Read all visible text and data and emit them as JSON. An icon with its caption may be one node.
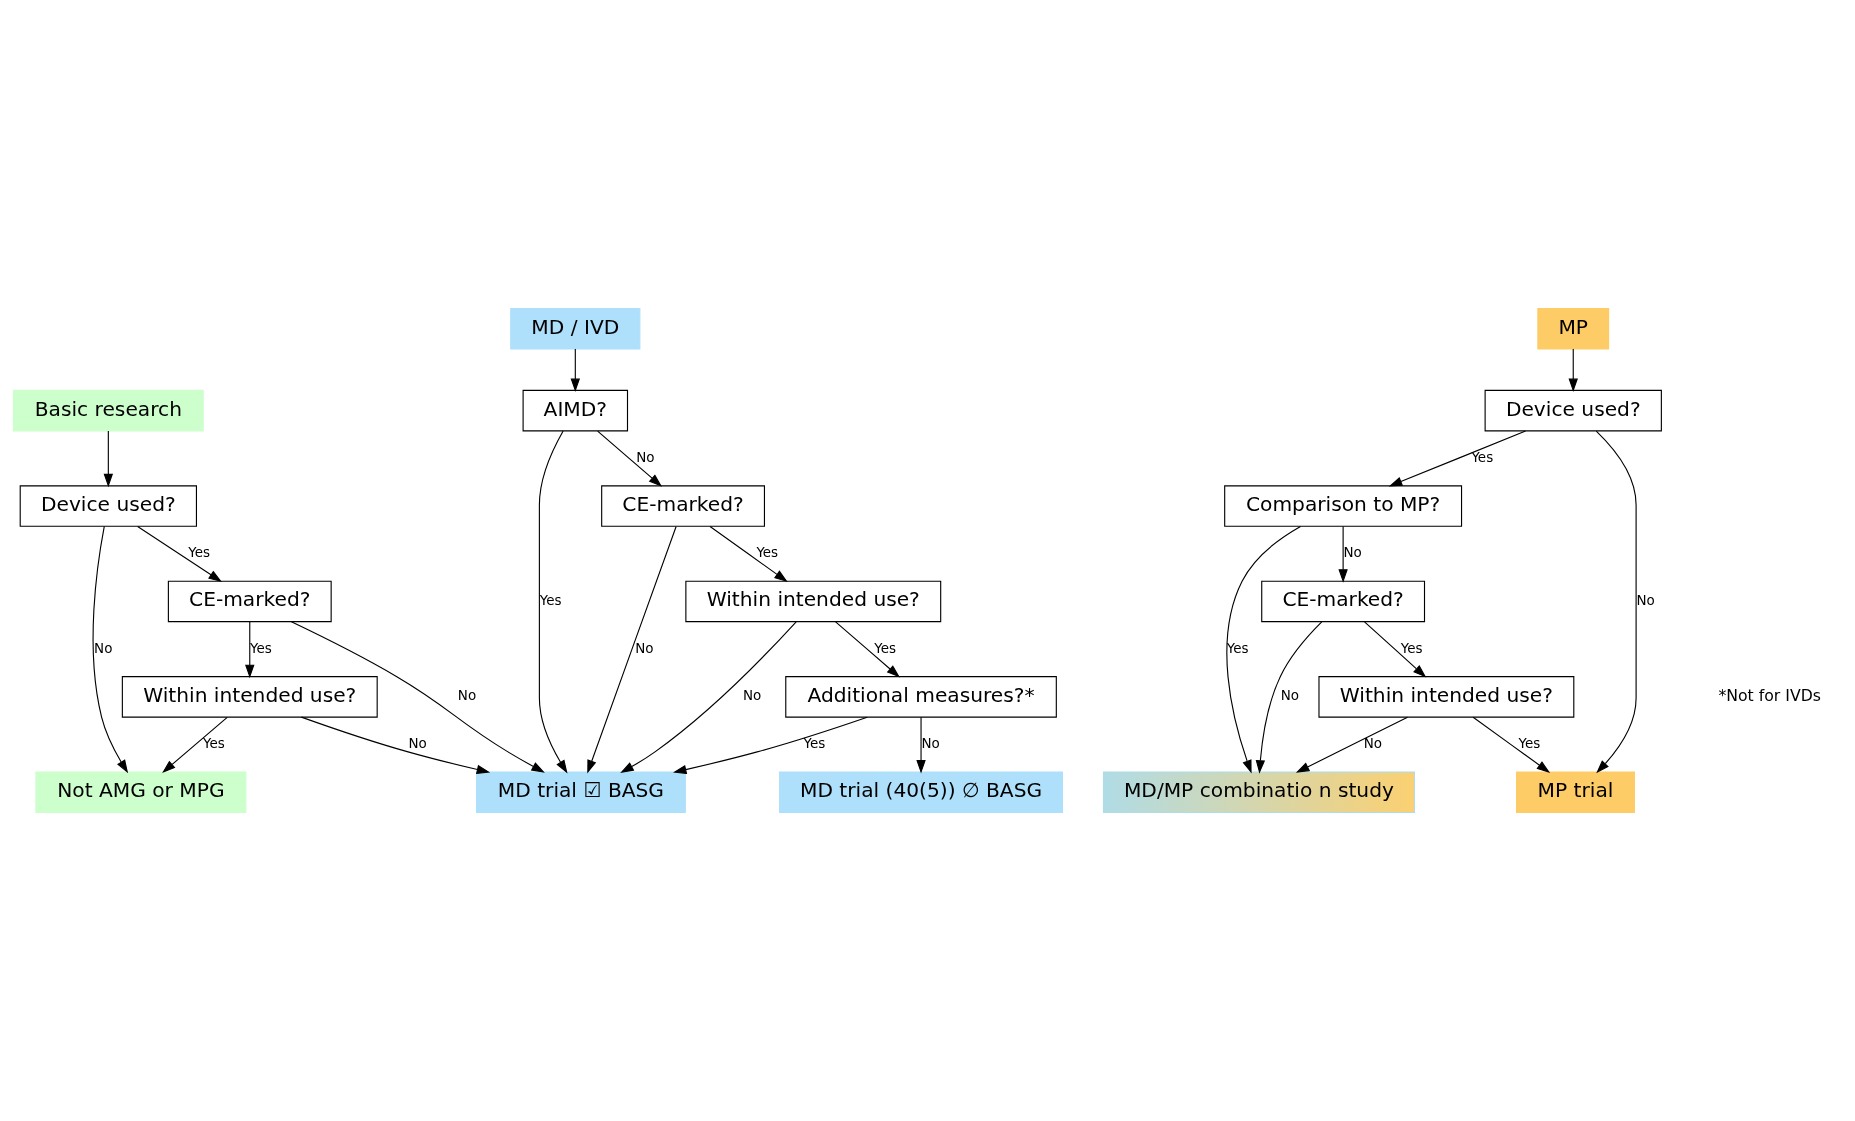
{
  "diagram": {
    "nodes": [
      {
        "text": [
          "Basic research"
        ]
      },
      {
        "text": [
          "Device used?"
        ]
      },
      {
        "text": [
          "CE-marked?"
        ]
      },
      {
        "text": [
          "Within intended use?"
        ]
      },
      {
        "text": [
          "Not AMG or MPG"
        ]
      },
      {
        "text": [
          "MD / IVD"
        ]
      },
      {
        "text": [
          "AIMD?"
        ]
      },
      {
        "text": [
          "MD trial ☑ BASG"
        ]
      },
      {
        "text": [
          "CE-marked?"
        ]
      },
      {
        "text": [
          "Within intended use?"
        ]
      },
      {
        "text": [
          "Additional measures?*"
        ]
      },
      {
        "text": [
          "MD trial (40(5)) ∅ BASG"
        ]
      },
      {
        "text": [
          "MP"
        ]
      },
      {
        "text": [
          "Device used?"
        ]
      },
      {
        "text": [
          "Comparison to MP?"
        ]
      },
      {
        "text": [
          "CE-marked?"
        ]
      },
      {
        "text": [
          "MD/MP combinatio n study"
        ]
      },
      {
        "text": [
          "Within intended use?"
        ]
      },
      {
        "text": [
          "MP trial"
        ]
      }
    ],
    "edges": [
      {
        "from": 0,
        "to": 1,
        "arrow": "to"
      },
      {
        "from": 1,
        "to": 2,
        "arrow": "to",
        "label": "Yes"
      },
      {
        "from": 1,
        "to": 4,
        "arrow": "to",
        "label": "No"
      },
      {
        "from": 2,
        "to": 7,
        "arrow": "to",
        "label": "No"
      },
      {
        "from": 2,
        "to": 3,
        "arrow": "to",
        "label": "Yes"
      },
      {
        "from": 3,
        "to": 4,
        "arrow": "to",
        "label": "Yes"
      },
      {
        "from": 3,
        "to": 7,
        "arrow": "to",
        "label": "No"
      },
      {
        "from": 5,
        "to": 6,
        "arrow": "to"
      },
      {
        "from": 6,
        "to": 7,
        "arrow": "to",
        "label": "Yes"
      },
      {
        "from": 6,
        "to": 8,
        "arrow": "to",
        "label": "No"
      },
      {
        "from": 8,
        "to": 7,
        "arrow": "to",
        "label": "No"
      },
      {
        "from": 8,
        "to": 9,
        "arrow": "to",
        "label": "Yes"
      },
      {
        "from": 9,
        "to": 7,
        "arrow": "to",
        "label": "No"
      },
      {
        "from": 9,
        "to": 10,
        "arrow": "to",
        "label": "Yes"
      },
      {
        "from": 10,
        "to": 7,
        "arrow": "to",
        "label": "Yes"
      },
      {
        "from": 10,
        "to": 11,
        "arrow": "to",
        "label": "No"
      },
      {
        "from": 12,
        "to": 13,
        "arrow": "to"
      },
      {
        "from": 13,
        "to": 14,
        "arrow": "to",
        "label": "Yes"
      },
      {
        "from": 13,
        "to": 18,
        "arrow": "to",
        "label": "No"
      },
      {
        "from": 14,
        "to": 16,
        "arrow": "to",
        "label": "Yes"
      },
      {
        "from": 14,
        "to": 15,
        "arrow": "to",
        "label": "No"
      },
      {
        "from": 15,
        "to": 16,
        "arrow": "to",
        "label": "No"
      },
      {
        "from": 15,
        "to": 17,
        "arrow": "to",
        "label": "Yes"
      },
      {
        "from": 17,
        "to": 16,
        "arrow": "to",
        "label": "No"
      },
      {
        "from": 17,
        "to": 18,
        "arrow": "to",
        "label": "Yes"
      }
    ],
    "labels": [
      "*Not for IVDs"
    ]
  }
}
